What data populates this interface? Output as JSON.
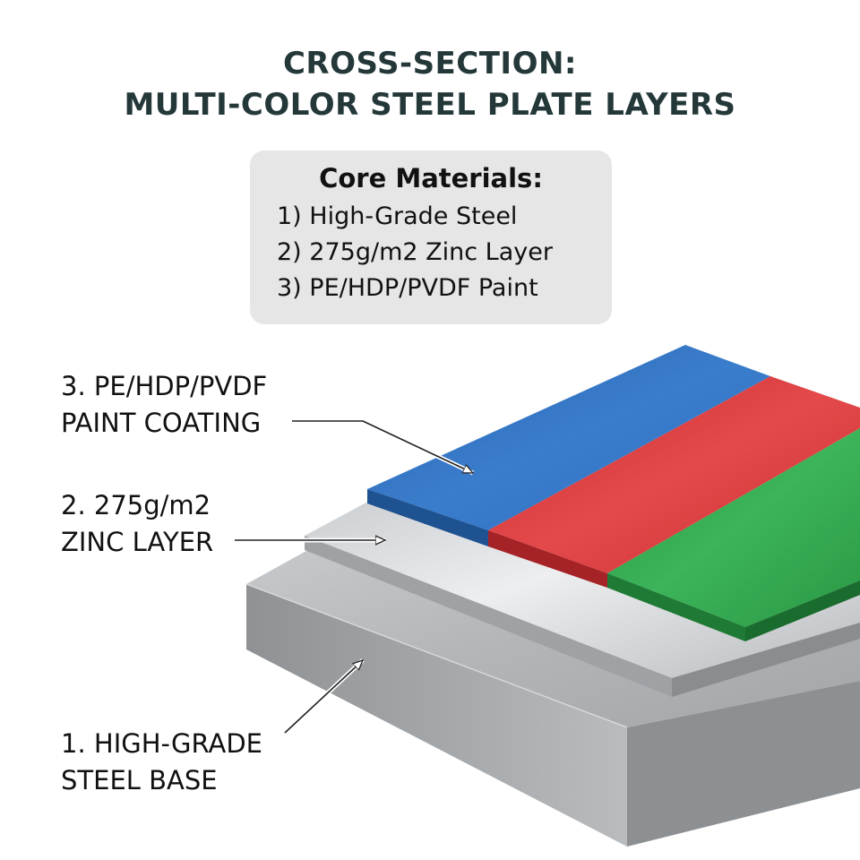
{
  "title": {
    "line1": "CROSS-SECTION:",
    "line2": "MULTI-COLOR STEEL PLATE LAYERS"
  },
  "core_materials": {
    "heading": "Core Materials:",
    "items": [
      "1) High-Grade Steel",
      "2) 275g/m2 Zinc Layer",
      "3) PE/HDP/PVDF Paint"
    ]
  },
  "callouts": {
    "paint": {
      "line1": "3. PE/HDP/PVDF",
      "line2": "PAINT COATING"
    },
    "zinc": {
      "line1": "2. 275g/m2",
      "line2": "ZINC LAYER"
    },
    "steel": {
      "line1": "1. HIGH-GRADE",
      "line2": "STEEL BASE"
    }
  },
  "colors": {
    "title_text": "#24383a",
    "paint_blue": "#2f6fbf",
    "paint_red": "#d9363a",
    "paint_green": "#2ea347",
    "zinc": "#c4c7ca",
    "steel": "#a7aaad",
    "core_box_bg": "#e6e6e6"
  }
}
